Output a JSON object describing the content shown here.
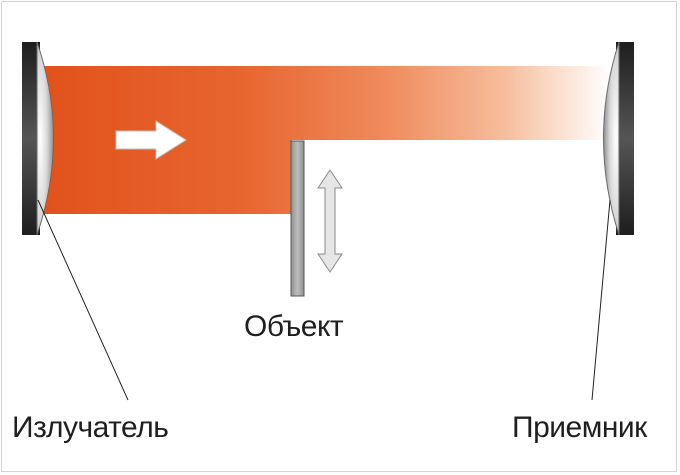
{
  "labels": {
    "object": "Объект",
    "emitter": "Излучатель",
    "receiver": "Приемник"
  },
  "colors": {
    "beam_start": "#e4531c",
    "beam_end": "#ffffff",
    "lens_dark": "#2a2a2a",
    "object_fill": "#a8a8a8",
    "arrow_fill": "#ffffff",
    "leader_line": "#222222"
  },
  "icons": {
    "direction_arrow": "arrow-right-icon",
    "motion_arrow": "arrow-up-down-icon"
  }
}
